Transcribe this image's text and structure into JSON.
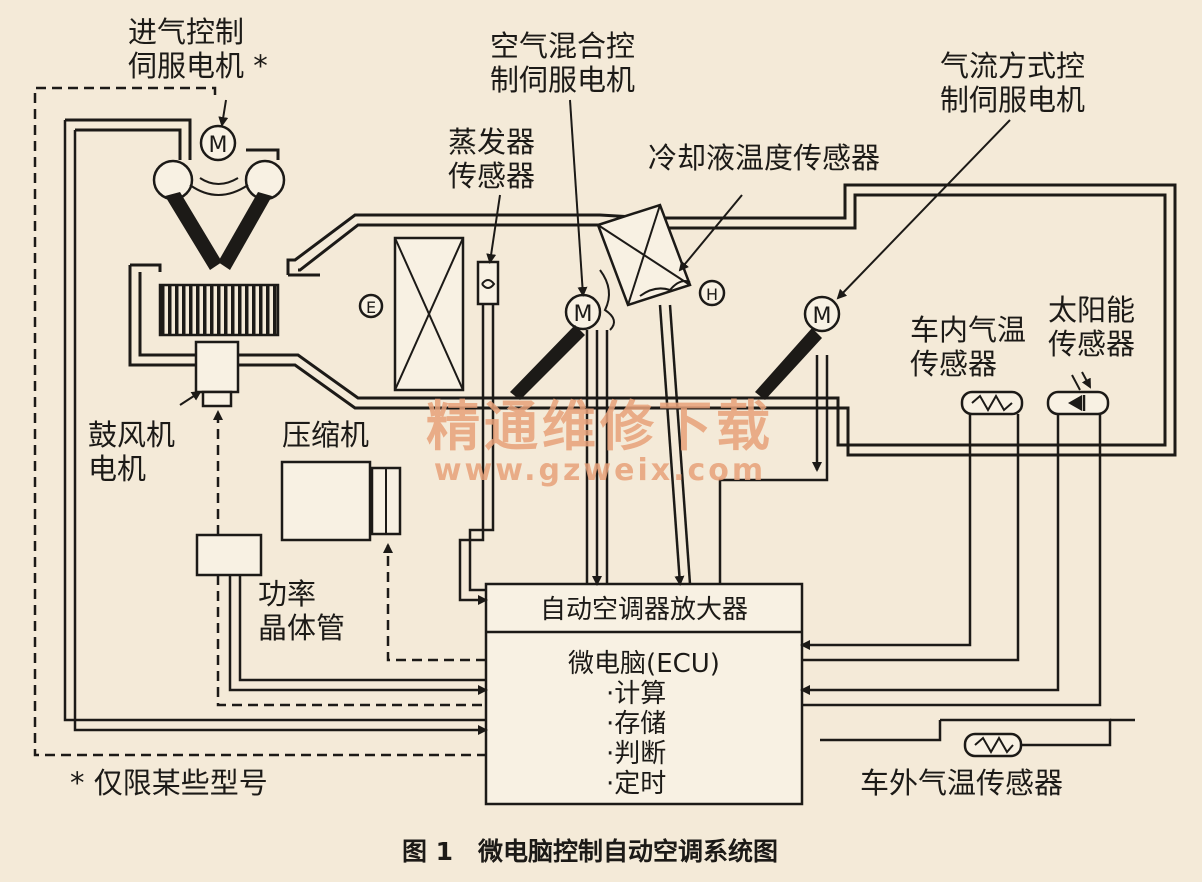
{
  "labels": {
    "intake_motor_1": "进气控制",
    "intake_motor_2": "伺服电机 *",
    "airmix_motor_1": "空气混合控",
    "airmix_motor_2": "制伺服电机",
    "evap_sensor_1": "蒸发器",
    "evap_sensor_2": "传感器",
    "coolant_sensor": "冷却液温度传感器",
    "airflow_motor_1": "气流方式控",
    "airflow_motor_2": "制伺服电机",
    "cabin_sensor_1": "车内气温",
    "cabin_sensor_2": "传感器",
    "solar_sensor_1": "太阳能",
    "solar_sensor_2": "传感器",
    "blower_motor_1": "鼓风机",
    "blower_motor_2": "电机",
    "compressor": "压缩机",
    "transistor_1": "功率",
    "transistor_2": "晶体管",
    "outside_sensor": "车外气温传感器",
    "footnote": "* 仅限某些型号",
    "motor_symbol": "M",
    "evap_symbol": "E",
    "heater_symbol": "H"
  },
  "ecu": {
    "header": "自动空调器放大器",
    "title": "微电脑(ECU)",
    "functions": [
      "·计算",
      "·存储",
      "·判断",
      "·定时"
    ]
  },
  "caption": "图 1　微电脑控制自动空调系统图",
  "watermark": {
    "line1": "精通维修下载",
    "line2": "www.gzweix.com"
  }
}
